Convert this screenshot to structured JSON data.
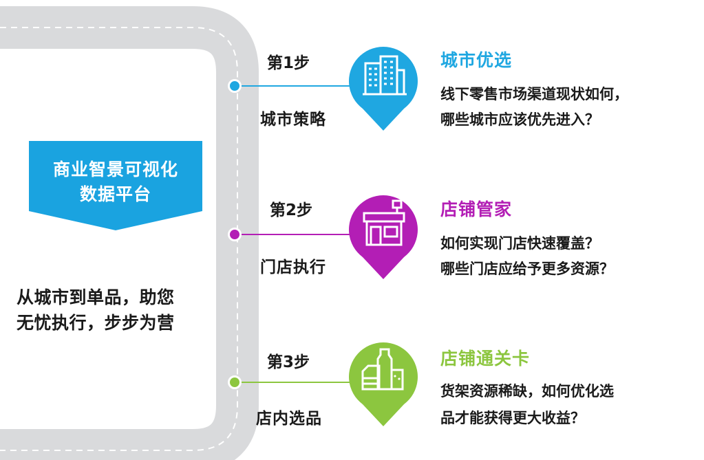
{
  "banner": {
    "line1": "商业智景可视化",
    "line2": "数据平台"
  },
  "tagline": {
    "line1": "从城市到单品，助您",
    "line2": "无忧执行，步步为营"
  },
  "steps": [
    {
      "number": "第1步",
      "name": "城市策略",
      "title": "城市优选",
      "desc1": "线下零售市场渠道现状如何，",
      "desc2": "哪些城市应该优先进入？",
      "color": "#1fa7e1",
      "icon": "buildings-icon"
    },
    {
      "number": "第2步",
      "name": "门店执行",
      "title": "店铺管家",
      "desc1": "如何实现门店快速覆盖？",
      "desc2": "哪些门店应给予更多资源？",
      "color": "#b31eb5",
      "icon": "storefront-icon"
    },
    {
      "number": "第3步",
      "name": "店内选品",
      "title": "店铺通关卡",
      "desc1": "货架资源稀缺，如何优化选",
      "desc2": "品才能获得更大收益？",
      "color": "#8cc63f",
      "icon": "grocery-products-icon"
    }
  ]
}
